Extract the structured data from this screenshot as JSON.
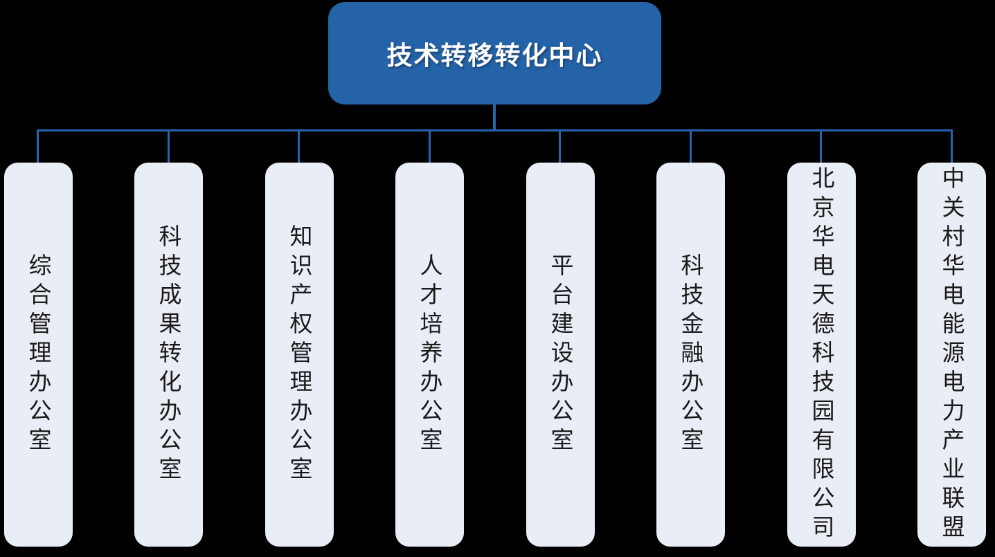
{
  "root": {
    "label": "技术转移转化中心"
  },
  "departments": [
    {
      "label": "综合管理办公室"
    },
    {
      "label": "科技成果转化办公室"
    },
    {
      "label": "知识产权管理办公室"
    },
    {
      "label": "人才培养办公室"
    },
    {
      "label": "平台建设办公室"
    },
    {
      "label": "科技金融办公室"
    },
    {
      "label": "北京华电天德科技园有限公司"
    },
    {
      "label": "中关村华电能源电力产业联盟"
    }
  ],
  "colors": {
    "root_fill": "#2563a8",
    "root_text": "#ffffff",
    "connector": "#2565ae",
    "node_fill": "#e9eef6",
    "node_text": "#1a1a1a",
    "background": "#000000"
  }
}
